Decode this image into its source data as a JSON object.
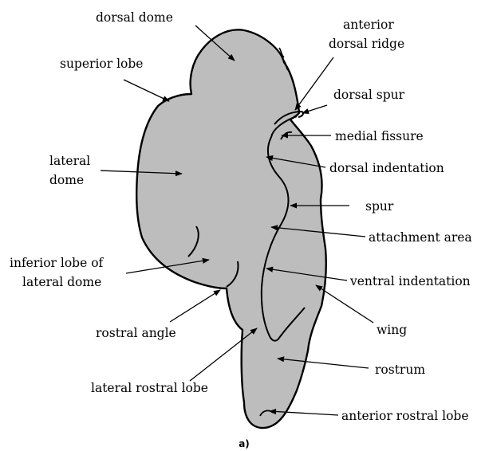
{
  "caption": "a)",
  "colors": {
    "fill": "#bdbdbd",
    "stroke": "#000000",
    "background": "#ffffff"
  },
  "labels": {
    "dorsal_dome": "dorsal dome",
    "anterior_dorsal_ridge_1": "anterior",
    "anterior_dorsal_ridge_2": "dorsal ridge",
    "superior_lobe": "superior lobe",
    "dorsal_spur": "dorsal spur",
    "medial_fissure": "medial fissure",
    "lateral_dome_1": "lateral",
    "lateral_dome_2": "dome",
    "dorsal_indentation": "dorsal indentation",
    "spur": "spur",
    "attachment_area": "attachment area",
    "inferior_lobe_1": "inferior lobe of",
    "inferior_lobe_2": "lateral dome",
    "ventral_indentation": "ventral indentation",
    "rostral_angle": "rostral angle",
    "wing": "wing",
    "rostrum": "rostrum",
    "lateral_rostral_lobe": "lateral rostral lobe",
    "anterior_rostral_lobe": "anterior rostral lobe"
  }
}
